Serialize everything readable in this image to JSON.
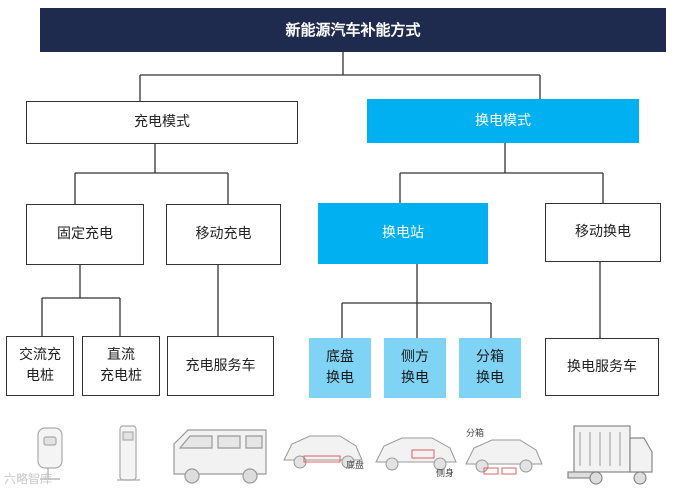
{
  "title": "新能源汽车补能方式",
  "level1": {
    "charging": "充电模式",
    "swapping": "换电模式"
  },
  "level2": {
    "fixed_charging": "固定充电",
    "mobile_charging": "移动充电",
    "swap_station": "换电站",
    "mobile_swap": "移动换电"
  },
  "level3": {
    "ac_pile": "交流充\n电桩",
    "dc_pile": "直流\n充电桩",
    "charging_service_vehicle": "充电服务车",
    "chassis_swap": "底盘\n换电",
    "side_swap": "侧方\n换电",
    "box_swap": "分箱\n换电",
    "swap_service_vehicle": "换电服务车"
  },
  "image_labels": {
    "chassis": "底盘",
    "side": "侧身",
    "box": "分箱"
  },
  "watermark": "六略智库",
  "colors": {
    "title_bg": "#1f2a4f",
    "accent": "#00b0f0",
    "light_accent": "#7fd3f5"
  }
}
